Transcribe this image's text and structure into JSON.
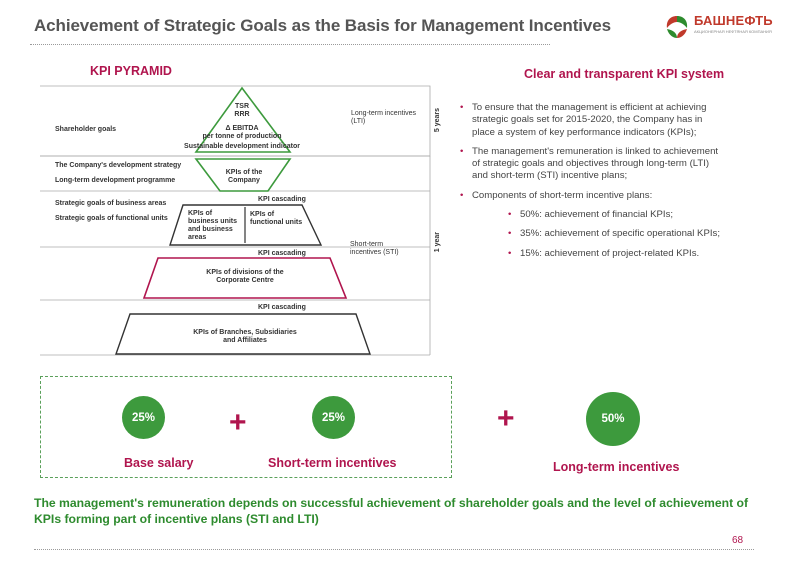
{
  "header": {
    "title": "Achievement of Strategic Goals as the Basis for Management Incentives",
    "logo_name": "БАШНЕФТЬ",
    "logo_sub": "АКЦИОНЕРНАЯ НЕФТЯНАЯ КОМПАНИЯ"
  },
  "pyramid": {
    "title": "KPI PYRAMID",
    "apex_lines": [
      "TSR",
      "RRR",
      "Δ EBITDA",
      "per tonne of production"
    ],
    "sustainable": "Sustainable development indicator",
    "shareholder_goals": "Shareholder goals",
    "company_strategy": "The Company's development strategy",
    "long_term_programme": "Long-term development programme",
    "kpis_company": [
      "KPIs of the",
      "Company"
    ],
    "kpi_cascading": "KPI cascading",
    "strategic_business": "Strategic goals of business areas",
    "strategic_functional": "Strategic goals of functional units",
    "kpis_business": [
      "KPIs of",
      "business units",
      "and business",
      "areas"
    ],
    "kpis_functional": [
      "KPIs of",
      "functional units"
    ],
    "kpis_divisions": [
      "KPIs of divisions of the",
      "Corporate Centre"
    ],
    "kpis_branches": [
      "KPIs of Branches, Subsidiaries",
      "and Affiliates"
    ],
    "lti_label": [
      "Long-term incentives",
      "(LTI)"
    ],
    "sti_label": [
      "Short-term",
      "incentives (STI)"
    ],
    "five_years": "5 years",
    "one_year": "1 year"
  },
  "kpi_system": {
    "title": "Clear and transparent KPI system",
    "bullets": [
      "To ensure that the management is efficient at achieving strategic goals set for 2015-2020, the Company has in place a system of key performance indicators (KPIs);",
      "The management's remuneration is linked to achievement of strategic goals and objectives through long-term (LTI) and short-term (STI) incentive plans;",
      "Components of short-term incentive plans:"
    ],
    "sub_bullets": [
      "50%: achievement of financial KPIs;",
      "35%: achievement of specific operational KPIs;",
      "15%: achievement of project-related KPIs."
    ]
  },
  "incentives": {
    "base_pct": "25%",
    "base_label": "Base salary",
    "short_pct": "25%",
    "short_label": "Short-term incentives",
    "long_pct": "50%",
    "long_label": "Long-term incentives",
    "plus": "+"
  },
  "footer": {
    "text": "The management's remuneration depends on successful achievement of shareholder goals and the level of achievement of KPIs forming part of incentive plans (STI and  LTI)",
    "page": "68"
  },
  "colors": {
    "accent": "#b0154e",
    "green": "#3d9a3d",
    "footer_green": "#2e8b2e"
  }
}
